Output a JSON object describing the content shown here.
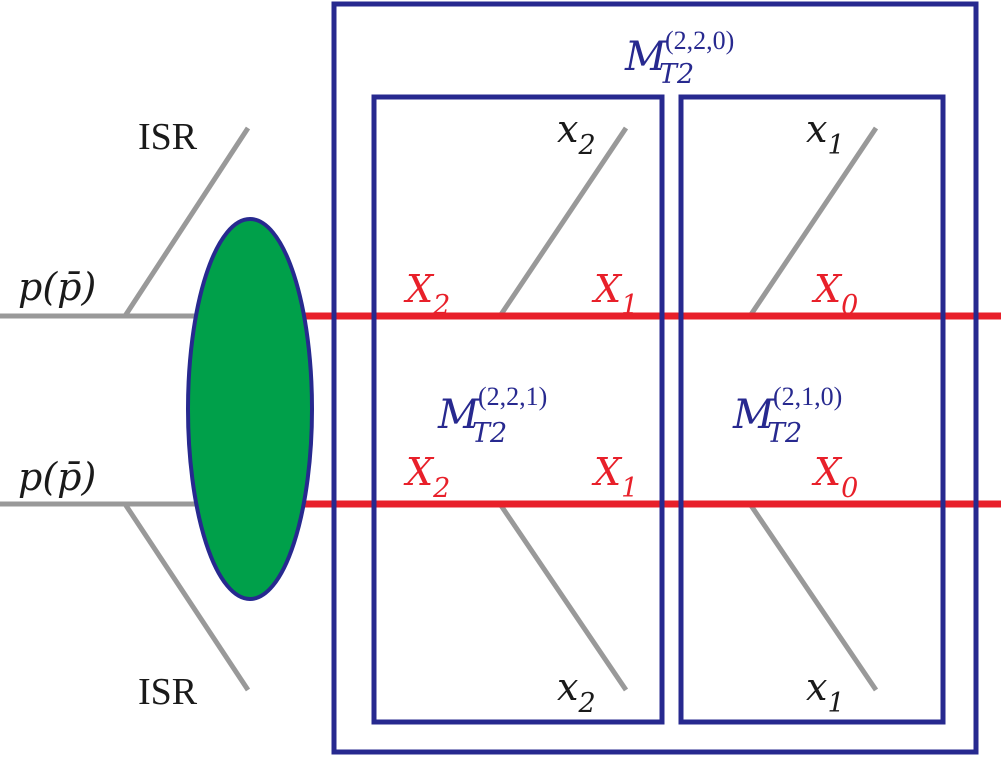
{
  "labels": {
    "isr_top": "ISR",
    "isr_bottom": "ISR",
    "beam_top": "p(p̄)",
    "beam_bottom": "p(p̄)",
    "x2_top": {
      "base": "x",
      "sub": "2"
    },
    "x1_top": {
      "base": "x",
      "sub": "1"
    },
    "x2_bottom": {
      "base": "x",
      "sub": "2"
    },
    "x1_bottom": {
      "base": "x",
      "sub": "1"
    },
    "X2_top": {
      "base": "X",
      "sub": "2"
    },
    "X1_top": {
      "base": "X",
      "sub": "1"
    },
    "X0_top": {
      "base": "X",
      "sub": "0"
    },
    "X2_bottom": {
      "base": "X",
      "sub": "2"
    },
    "X1_bottom": {
      "base": "X",
      "sub": "1"
    },
    "X0_bottom": {
      "base": "X",
      "sub": "0"
    },
    "mt2_220": {
      "base": "M",
      "sup": "(2,2,0)",
      "sub": "T2"
    },
    "mt2_221": {
      "base": "M",
      "sup": "(2,2,1)",
      "sub": "T2"
    },
    "mt2_210": {
      "base": "M",
      "sup": "(2,1,0)",
      "sub": "T2"
    }
  },
  "colors": {
    "box": "#27298f",
    "heavy_line": "#e8202a",
    "light_line": "#999999",
    "blob_fill": "#00a04a",
    "blob_stroke": "#27298f"
  }
}
